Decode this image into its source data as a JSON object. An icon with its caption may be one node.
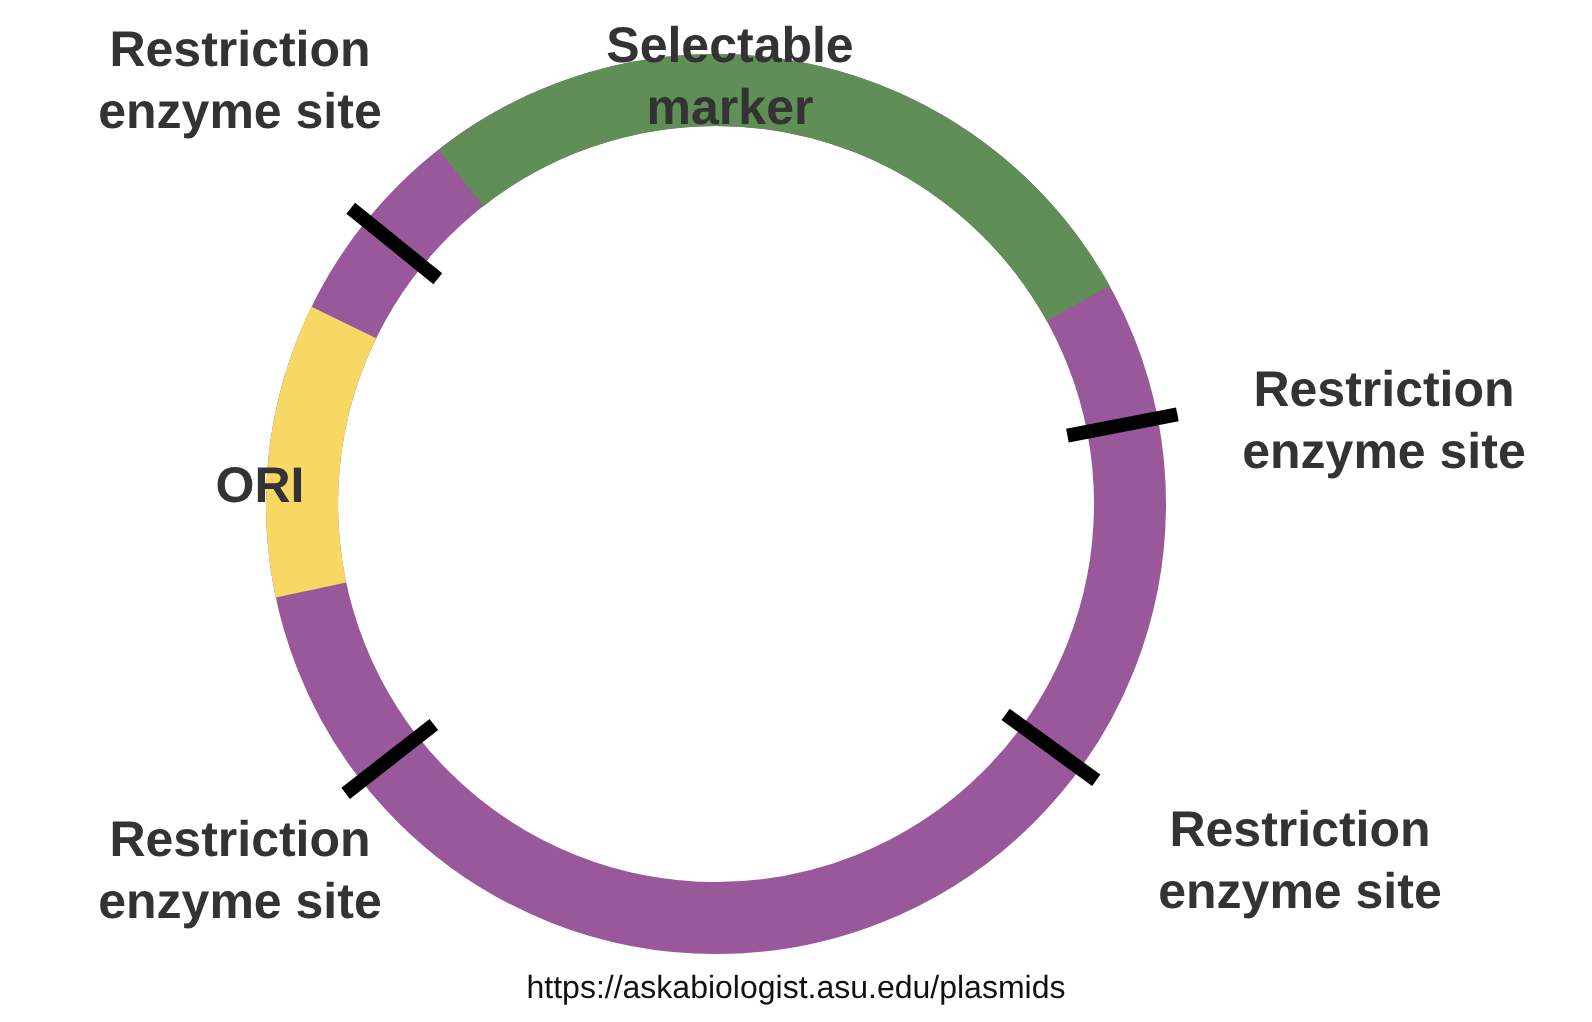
{
  "diagram": {
    "caption": "https://askabiologist.asu.edu/plasmids",
    "labels": [
      "Restriction enzyme site",
      "Selectable marker",
      "Restriction enzyme site",
      "ORI",
      "Restriction enzyme site",
      "Restriction enzyme site"
    ]
  }
}
